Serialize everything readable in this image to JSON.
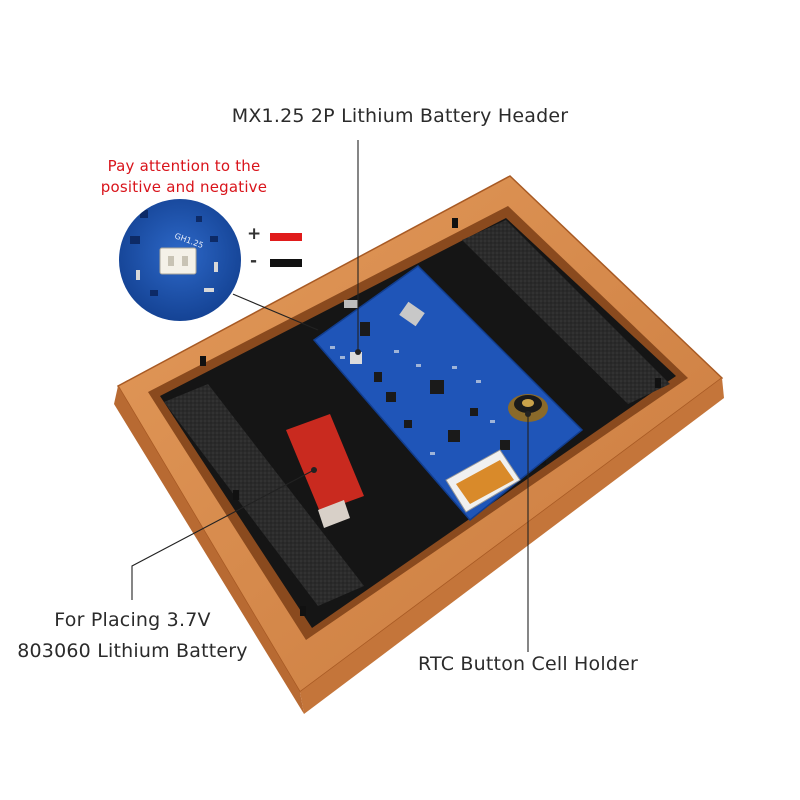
{
  "labels": {
    "battery_header": "MX1.25 2P Lithium Battery Header",
    "polarity_note": "Pay attention to the positive and negative",
    "battery_placement_line1": "For Placing 3.7V",
    "battery_placement_line2": "803060 Lithium Battery",
    "rtc_holder": "RTC Button Cell Holder"
  },
  "polarity": {
    "positive_sign": "+",
    "negative_sign": "-",
    "positive_color": "#e01b1b",
    "negative_color": "#111111"
  },
  "inset": {
    "connector_marking": "GH1.25"
  },
  "colors": {
    "frame_wood": "#d98a4a",
    "frame_dark": "#b4642a",
    "backplate": "#1a1a1a",
    "pcb_blue": "#1f55b8",
    "foam": "#2a2a2a",
    "adhesive_tab": "#c92a1f",
    "accent_red": "#d9141b"
  }
}
